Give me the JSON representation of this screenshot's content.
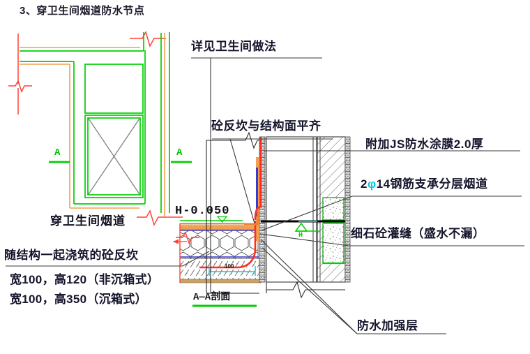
{
  "document": {
    "heading": "3、穿卫生间烟道防水节点",
    "type": "construction-detail-drawing"
  },
  "plan_view": {
    "name": "穿卫生间烟道",
    "label": "穿卫生间烟道",
    "section_mark_left": "A",
    "section_mark_right": "A",
    "underline_color": "#00d000"
  },
  "section_view": {
    "label": "A—A剖面",
    "elevation_mark": "H-0.050",
    "level_symbol": "H",
    "dimension": "100"
  },
  "callouts": {
    "detail_bathroom": "详见卫生间做法",
    "concrete_curb_flush": "砼反坎与结构面平齐",
    "js_membrane": "附加JS防水涂膜2.0厚",
    "rebar_prefix": "2",
    "rebar_phi": "φ",
    "rebar_suffix": "14钢筋支承分层烟道",
    "rebar_full": "2φ14钢筋支承分层烟道",
    "fine_concrete": "细石砼灌缝（盛水不漏）",
    "waterproof_layer": "防水加强层",
    "cast_curb": "随结构一起浇筑的砼反坎",
    "spec_non_sunken": "宽100，高120（非沉箱式）",
    "spec_sunken": "宽100，高350（沉箱式）"
  },
  "colors": {
    "green": "#00d000",
    "orange": "#f0a050",
    "red": "#ff3b30",
    "blue": "#3a3ad0",
    "cyan": "#00d0e0",
    "gray": "#5a5a5a",
    "ink": "#14142b",
    "dark_green": "#00a000"
  }
}
